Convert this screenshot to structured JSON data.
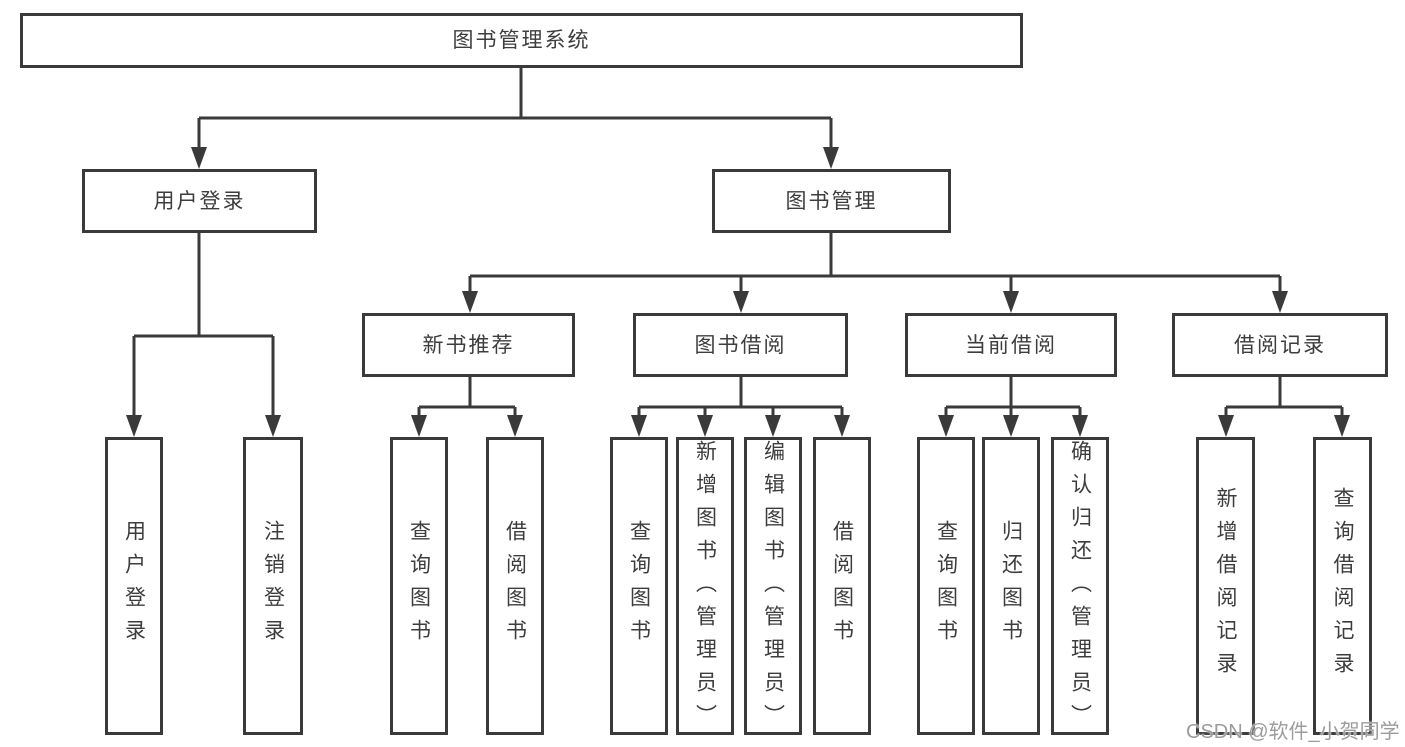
{
  "diagram": {
    "root": {
      "label": "图书管理系统"
    },
    "branches": [
      {
        "label": "用户登录",
        "children": [
          {
            "label": "用户登录"
          },
          {
            "label": "注销登录"
          }
        ]
      },
      {
        "label": "图书管理",
        "children": [
          {
            "label": "新书推荐",
            "children": [
              {
                "label": "查询图书"
              },
              {
                "label": "借阅图书"
              }
            ]
          },
          {
            "label": "图书借阅",
            "children": [
              {
                "label": "查询图书"
              },
              {
                "label": "新增图书（管理员）"
              },
              {
                "label": "编辑图书（管理员）"
              },
              {
                "label": "借阅图书"
              }
            ]
          },
          {
            "label": "当前借阅",
            "children": [
              {
                "label": "查询图书"
              },
              {
                "label": "归还图书"
              },
              {
                "label": "确认归还（管理员）"
              }
            ]
          },
          {
            "label": "借阅记录",
            "children": [
              {
                "label": "新增借阅记录"
              },
              {
                "label": "查询借阅记录"
              }
            ]
          }
        ]
      }
    ],
    "watermark": "CSDN @软件_小贺同学",
    "colors": {
      "line": "#3a3a3a",
      "text": "#3d3d3d",
      "watermark": "#9c9c9c",
      "background": "#ffffff"
    }
  }
}
